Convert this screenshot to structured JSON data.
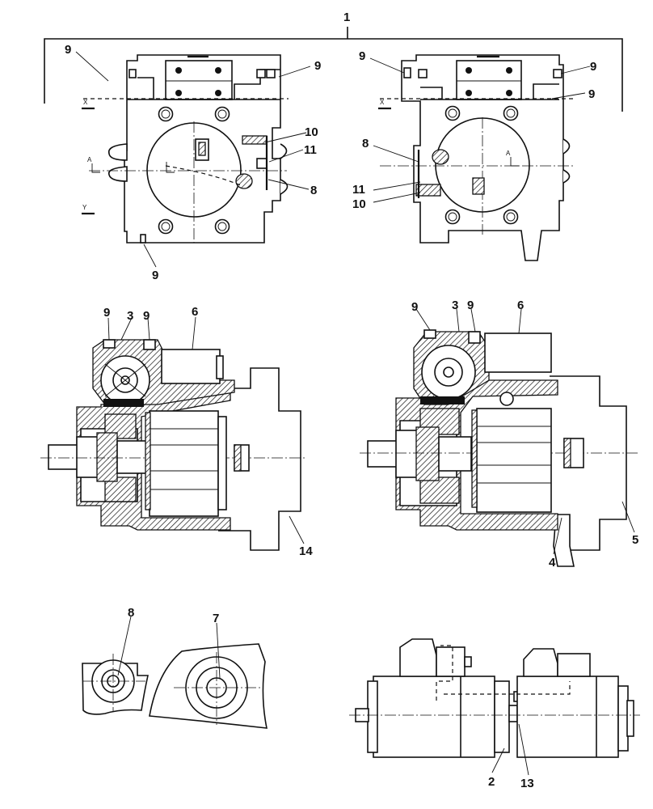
{
  "callouts": {
    "c1": "1",
    "c9": "9",
    "c10": "10",
    "c11": "11",
    "c8": "8",
    "c3": "3",
    "c6": "6",
    "c14": "14",
    "c4": "4",
    "c5": "5",
    "c7": "7",
    "c2": "2",
    "c13": "13"
  },
  "section_marks": {
    "x": "X",
    "y": "Y",
    "a": "A"
  }
}
